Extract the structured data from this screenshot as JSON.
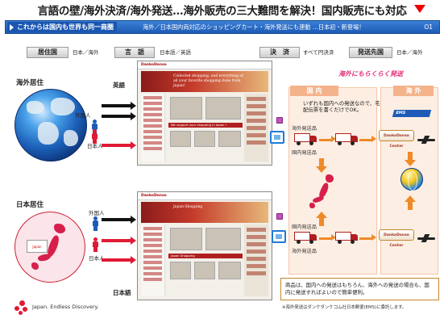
{
  "title": "言語の壁/海外決済/海外発送…海外販売の三大難問を解決！国内販売にも対応",
  "banner": {
    "left": "これからは国内も世界も同一商圏",
    "desc": "海外／日本国内両対応のショッピングカート・海外発送にも連動 …日本初・新登場！",
    "num": "O1"
  },
  "headers": {
    "residence": "居住国",
    "residence_sub": "日本／海外",
    "language": "言　語",
    "language_sub": "日本語／英語",
    "payment": "決　済",
    "payment_sub": "すべて円決済",
    "destination": "発送先国",
    "destination_sub": "日本／海外"
  },
  "regions": {
    "overseas": "海外居住",
    "japan": "日本居住"
  },
  "people": {
    "foreigner_1": "外国人",
    "japanese_1": "日本人",
    "foreigner_2": "外国人",
    "japanese_2": "日本人"
  },
  "languages": {
    "english": "英語",
    "japanese": "日本語"
  },
  "sites": {
    "english_hero": "Collected shopping, and everything of all your favorite shopping done from Japan!",
    "japanese_hero": "Japan-Shopping",
    "english_redbar": "We support your shopping in Japan !",
    "japanese_redbar": "Japan Shopping",
    "brand": "DankoDonso"
  },
  "shipping": {
    "domestic_zone": "国 内",
    "overseas_zone": "海 外",
    "easy": "海外にもらくらく発送",
    "note": "いずれも国内への発送なので、宅配伝票を書くだけでOK。",
    "overseas_label_1": "海外発送品",
    "domestic_label_1": "国内発送品",
    "domestic_label_2": "国内発送品",
    "overseas_label_2": "海外発送品",
    "hub": "DankoDonso Center",
    "ems": "EMS"
  },
  "bottom": {
    "box": "商品は、国内への発送はもちろん、海外への発送の場合も、国内に発送すればよいので簡単便利。",
    "footnote": "※海外発送はダンケダンケコム社日本郵便(EMS)に委託します。"
  },
  "logo": {
    "tagline": "Japan. Endless Discovery."
  },
  "map_label": "Japan",
  "colors": {
    "banner_blue": "#1d5bb5",
    "alert_red": "#e01a35",
    "arrow_orange": "#f08a28",
    "easy_pink": "#e0307a"
  }
}
